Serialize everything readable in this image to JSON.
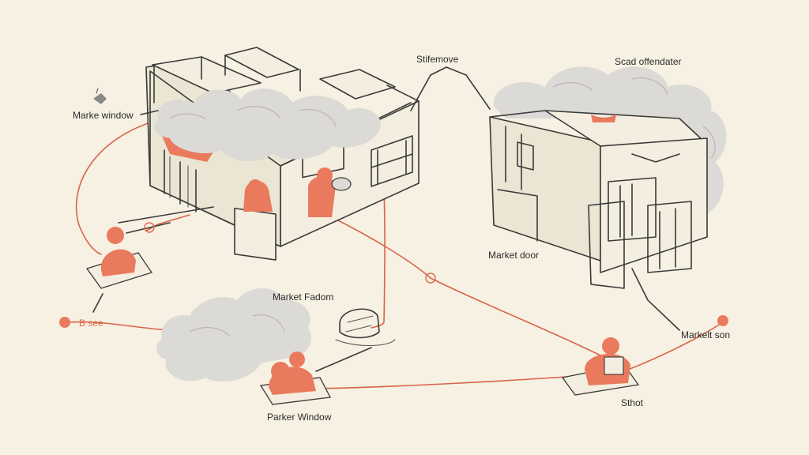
{
  "labels": {
    "stifemove": "Stifemove",
    "scad_offender": "Scad offendater",
    "marke_window": "Marke window",
    "market_door": "Market door",
    "market_fadom": "Market Fadom",
    "b_see": "B see",
    "market_son": "Markelt son",
    "parker_window": "Parker Window",
    "sthot": "Sthot"
  },
  "colors": {
    "background": "#f6f1e2",
    "accent_red": "#e2674e",
    "ink": "#3a3a3a",
    "smoke_gray": "#dcdad6"
  }
}
